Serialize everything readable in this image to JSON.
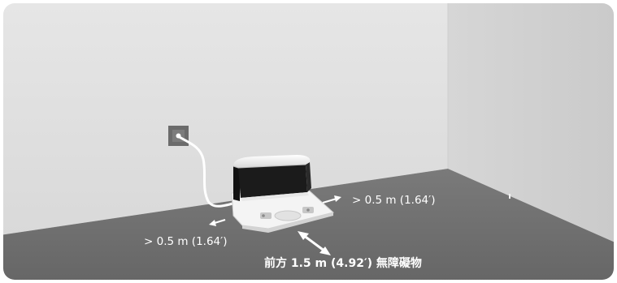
{
  "figure": {
    "icons": [
      "wall-outlet-icon",
      "power-cord-icon",
      "charging-dock-icon",
      "clearance-arrow-icon"
    ],
    "colors": {
      "back_wall": "#e1e1e1",
      "side_wall": "#d2d2d2",
      "floor": "#707070",
      "dock_top": "#1b1b1b",
      "dock_base": "#f4f4f4",
      "label_text": "#ffffff"
    },
    "labels": {
      "right_clearance": "> 0.5 m (1.64′)",
      "left_clearance": "> 0.5 m (1.64′)",
      "front_clearance": "前方 1.5 m (4.92′) 無障礙物"
    }
  }
}
